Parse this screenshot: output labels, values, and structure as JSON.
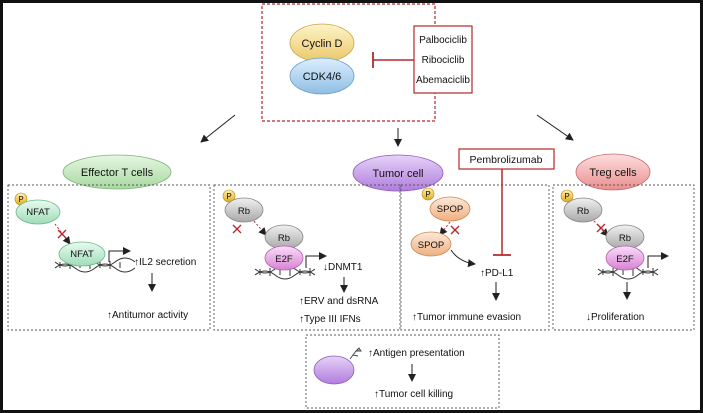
{
  "top": {
    "cyclin_d": "Cyclin D",
    "cdk46": "CDK4/6",
    "drugs": [
      "Palbociclib",
      "Ribociclib",
      "Abemaciclib"
    ]
  },
  "cells": {
    "effector": "Effector T cells",
    "tumor": "Tumor cell",
    "treg": "Treg cells",
    "pembrolizumab": "Pembrolizumab"
  },
  "panel1": {
    "p": "P",
    "nfat_top": "NFAT",
    "nfat_bottom": "NFAT",
    "il2": "↑IL2 secretion",
    "antitumor": "↑Antitumor activity"
  },
  "panel2": {
    "p": "P",
    "rb_top": "Rb",
    "rb_bottom": "Rb",
    "e2f": "E2F",
    "dnmt1": "↓DNMT1",
    "erv": "↑ERV and dsRNA",
    "ifn": "↑Type III IFNs"
  },
  "panel3": {
    "p": "P",
    "spop_top": "SPOP",
    "spop_bottom": "SPOP",
    "pdl1": "↑PD-L1",
    "evasion": "↑Tumor immune evasion"
  },
  "panel4": {
    "p": "P",
    "rb_top": "Rb",
    "rb_bottom": "Rb",
    "e2f": "E2F",
    "prolif": "↓Proliferation"
  },
  "panel5": {
    "antigen": "↑Antigen presentation",
    "killing": "↑Tumor cell killing"
  },
  "colors": {
    "cyclin": "#f3d98a",
    "cdk": "#a9cde8",
    "redline": "#b5282b",
    "effector": "#bfe3b9",
    "tumor": "#c49be6",
    "treg": "#f2a4a4",
    "nfat": "#bfe9cf",
    "rb": "#c7c7c7",
    "e2f": "#e7a6e4",
    "spop": "#f4c6a2",
    "p": "#f2c84b"
  }
}
